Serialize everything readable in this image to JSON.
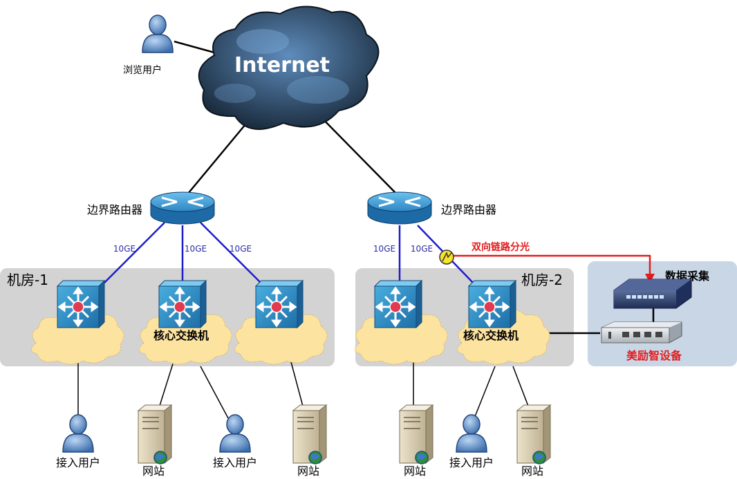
{
  "internet_label": "Internet",
  "browse_user": "浏览用户",
  "left_router": "边界路由器",
  "right_router": "边界路由器",
  "link_10ge": "10GE",
  "room1_title": "机房-1",
  "room2_title": "机房-2",
  "core_switch_label": "核心交换机",
  "core_switch_label_2": "核心交换机",
  "optical_split": "双向链路分光",
  "data_collection": "数据采集",
  "device_label": "美励智设备",
  "access_user": "接入用户",
  "website": "网站",
  "colors": {
    "room_bg": "#d3d3d3",
    "device_bg": "#c9d6e6",
    "link_blue": "#1c1cc9",
    "link_red": "#e21c1c",
    "router_blue": "#2f8fcf",
    "cloud_yellow": "#fce3a0"
  },
  "icons": [
    "cloud-icon",
    "user-icon",
    "router-icon",
    "switch-icon",
    "server-icon",
    "optical-tap-icon",
    "collector-icon",
    "appliance-icon"
  ]
}
